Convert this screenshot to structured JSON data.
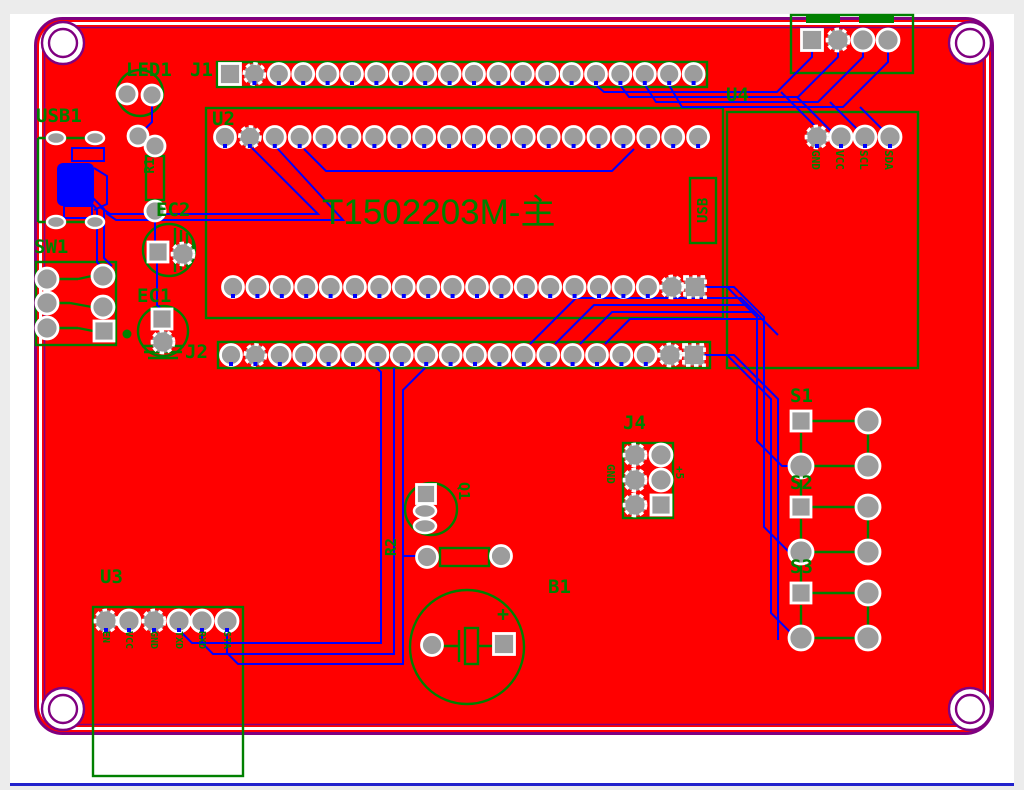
{
  "window": {
    "bottom_border_color": "#2222cc"
  },
  "board": {
    "title": "T1502203M-主",
    "colors": {
      "copper_background": "#ff0000",
      "silkscreen": "#008000",
      "traces": "#0000ff",
      "pads": "#9c9c9c",
      "board_outline": "#800080"
    },
    "designators": {
      "led1": "LED1",
      "j1": "J1",
      "usb1": "USB1",
      "u2": "U2",
      "u4": "U4",
      "sw1": "SW1",
      "ec2": "EC2",
      "ec1": "EC1",
      "r1": "R1",
      "j2": "J2",
      "r2": "R2",
      "q1": "Q1",
      "b1": "B1",
      "b1_plus": "+",
      "j4": "J4",
      "u3": "U3",
      "s1": "S1",
      "s2": "S2",
      "s3": "S3",
      "usb_box": "USB"
    },
    "pin_labels": {
      "u4": [
        "GND",
        "VCC",
        "SCL",
        "SDA"
      ],
      "u3": [
        "EN",
        "VCC",
        "GND",
        "TXD",
        "RXD",
        "STA"
      ],
      "j4_left": "GND",
      "j4_right": "+5"
    }
  }
}
